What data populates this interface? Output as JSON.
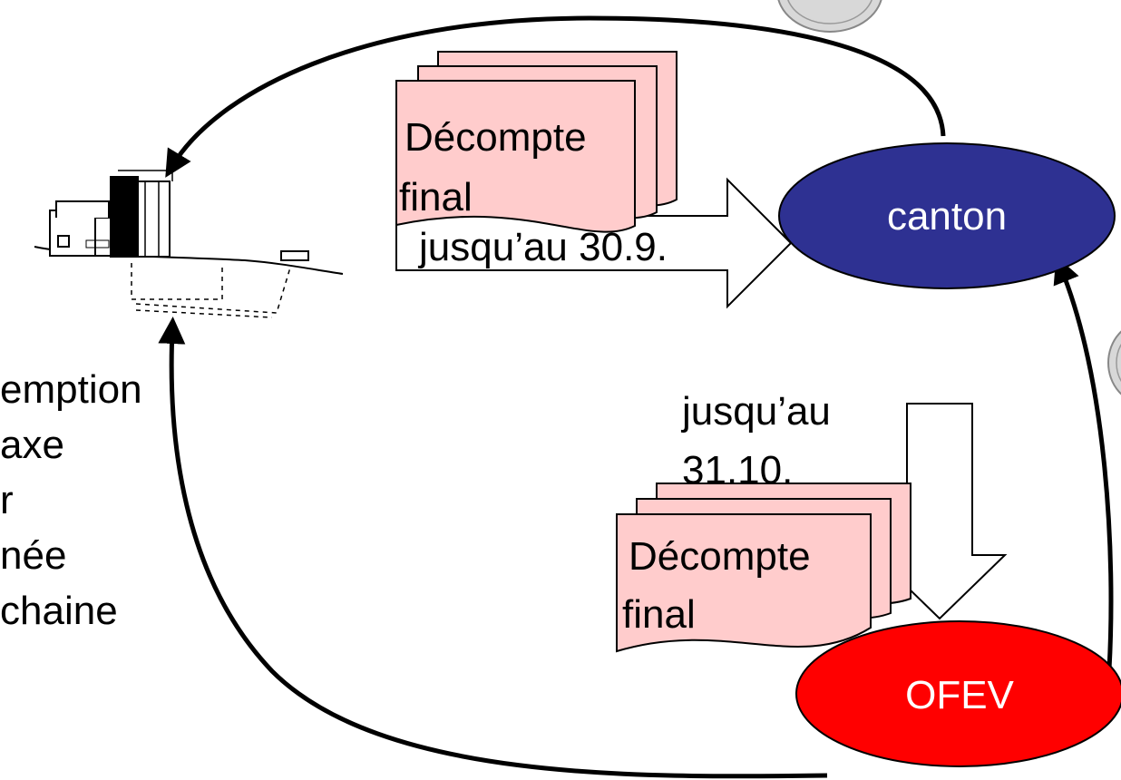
{
  "nodes": {
    "canton": {
      "label": "canton",
      "fill": "#2e3192"
    },
    "ofev": {
      "label": "OFEV",
      "fill": "#ff0000"
    }
  },
  "documents": {
    "top": {
      "line1": "Décompte",
      "line2": "final",
      "fill": "#ffcccc"
    },
    "bottom": {
      "line1": "Décompte",
      "line2": "final",
      "fill": "#ffcccc"
    }
  },
  "arrows": {
    "right_label": "jusqu’au 30.9.",
    "down_label_line1": "jusqu’au",
    "down_label_line2": "31.10."
  },
  "side_text": [
    "emption",
    "axe",
    "r",
    "née",
    "chaine"
  ],
  "icons": {
    "building": "building-sketch-icon",
    "coin": "coin-icon"
  }
}
